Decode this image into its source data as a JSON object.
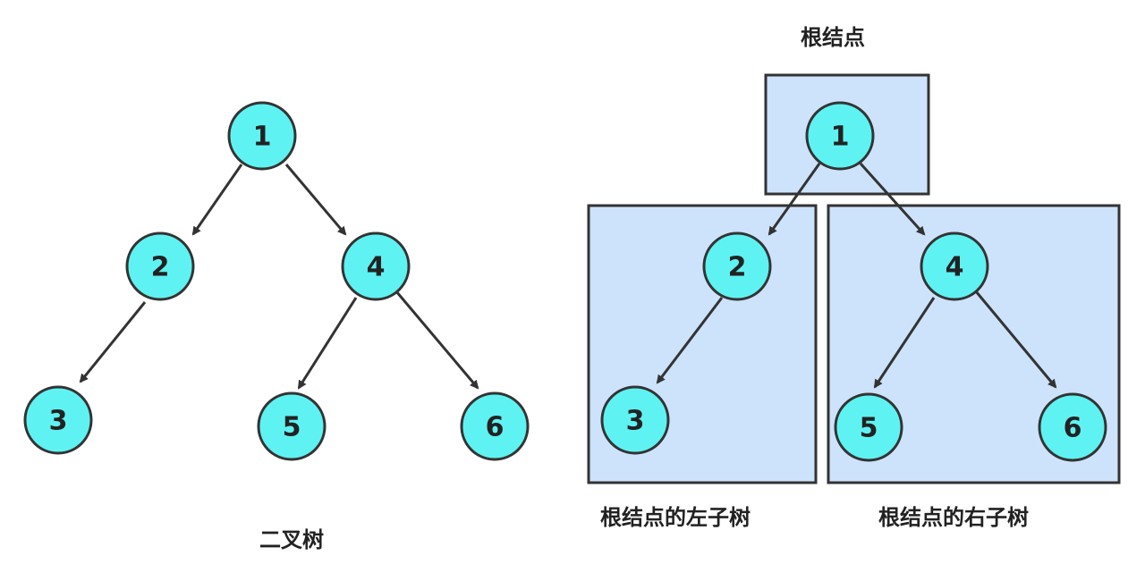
{
  "left_diagram": {
    "caption": "二叉树",
    "nodes": {
      "n1": "1",
      "n2": "2",
      "n3": "3",
      "n4": "4",
      "n5": "5",
      "n6": "6"
    }
  },
  "right_diagram": {
    "root_label": "根结点",
    "left_subtree_label": "根结点的左子树",
    "right_subtree_label": "根结点的右子树",
    "nodes": {
      "n1": "1",
      "n2": "2",
      "n3": "3",
      "n4": "4",
      "n5": "5",
      "n6": "6"
    }
  },
  "colors": {
    "node_fill": "#5ff2f2",
    "box_fill": "#cde3fb",
    "stroke": "#333333"
  }
}
